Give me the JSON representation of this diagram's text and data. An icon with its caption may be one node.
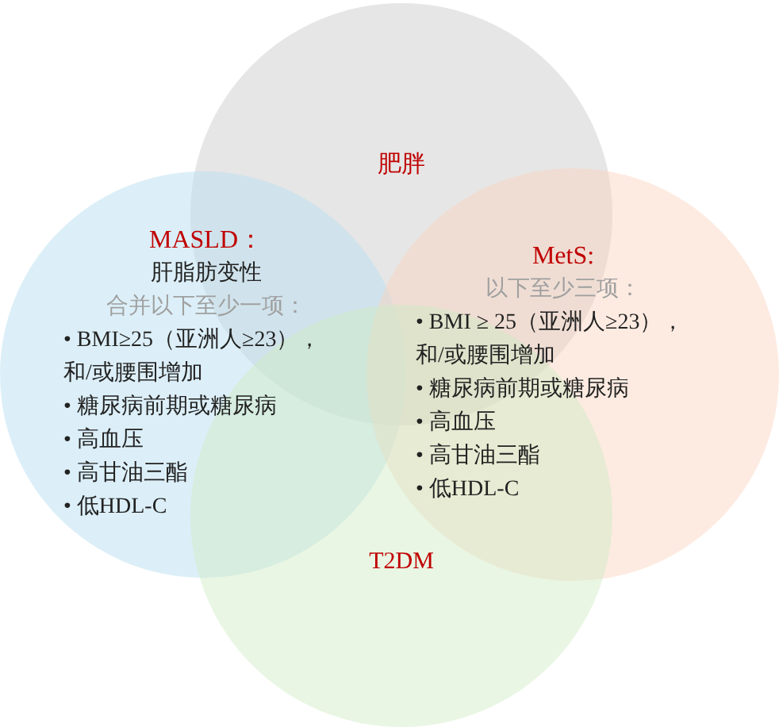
{
  "diagram": {
    "nodes": [
      {
        "text": [
          "肥胖"
        ]
      },
      {
        "text": [
          "MASLD：",
          "肝脂肪变性",
          "合并以下至少一项：",
          "• BMI≥25（亚洲人≥23），和/或腰围增加",
          "• 糖尿病前期或糖尿病",
          "• 高血压",
          "• 高甘油三酯",
          "• 低HDL-C"
        ]
      },
      {
        "text": [
          "MetS:",
          "以下至少三项：",
          "• BMI ≥ 25（亚洲人≥23），和/或腰围增加",
          "• 糖尿病前期或糖尿病",
          "• 高血压",
          "• 高甘油三酯",
          "• 低HDL-C"
        ]
      },
      {
        "text": [
          "T2DM"
        ]
      }
    ]
  }
}
